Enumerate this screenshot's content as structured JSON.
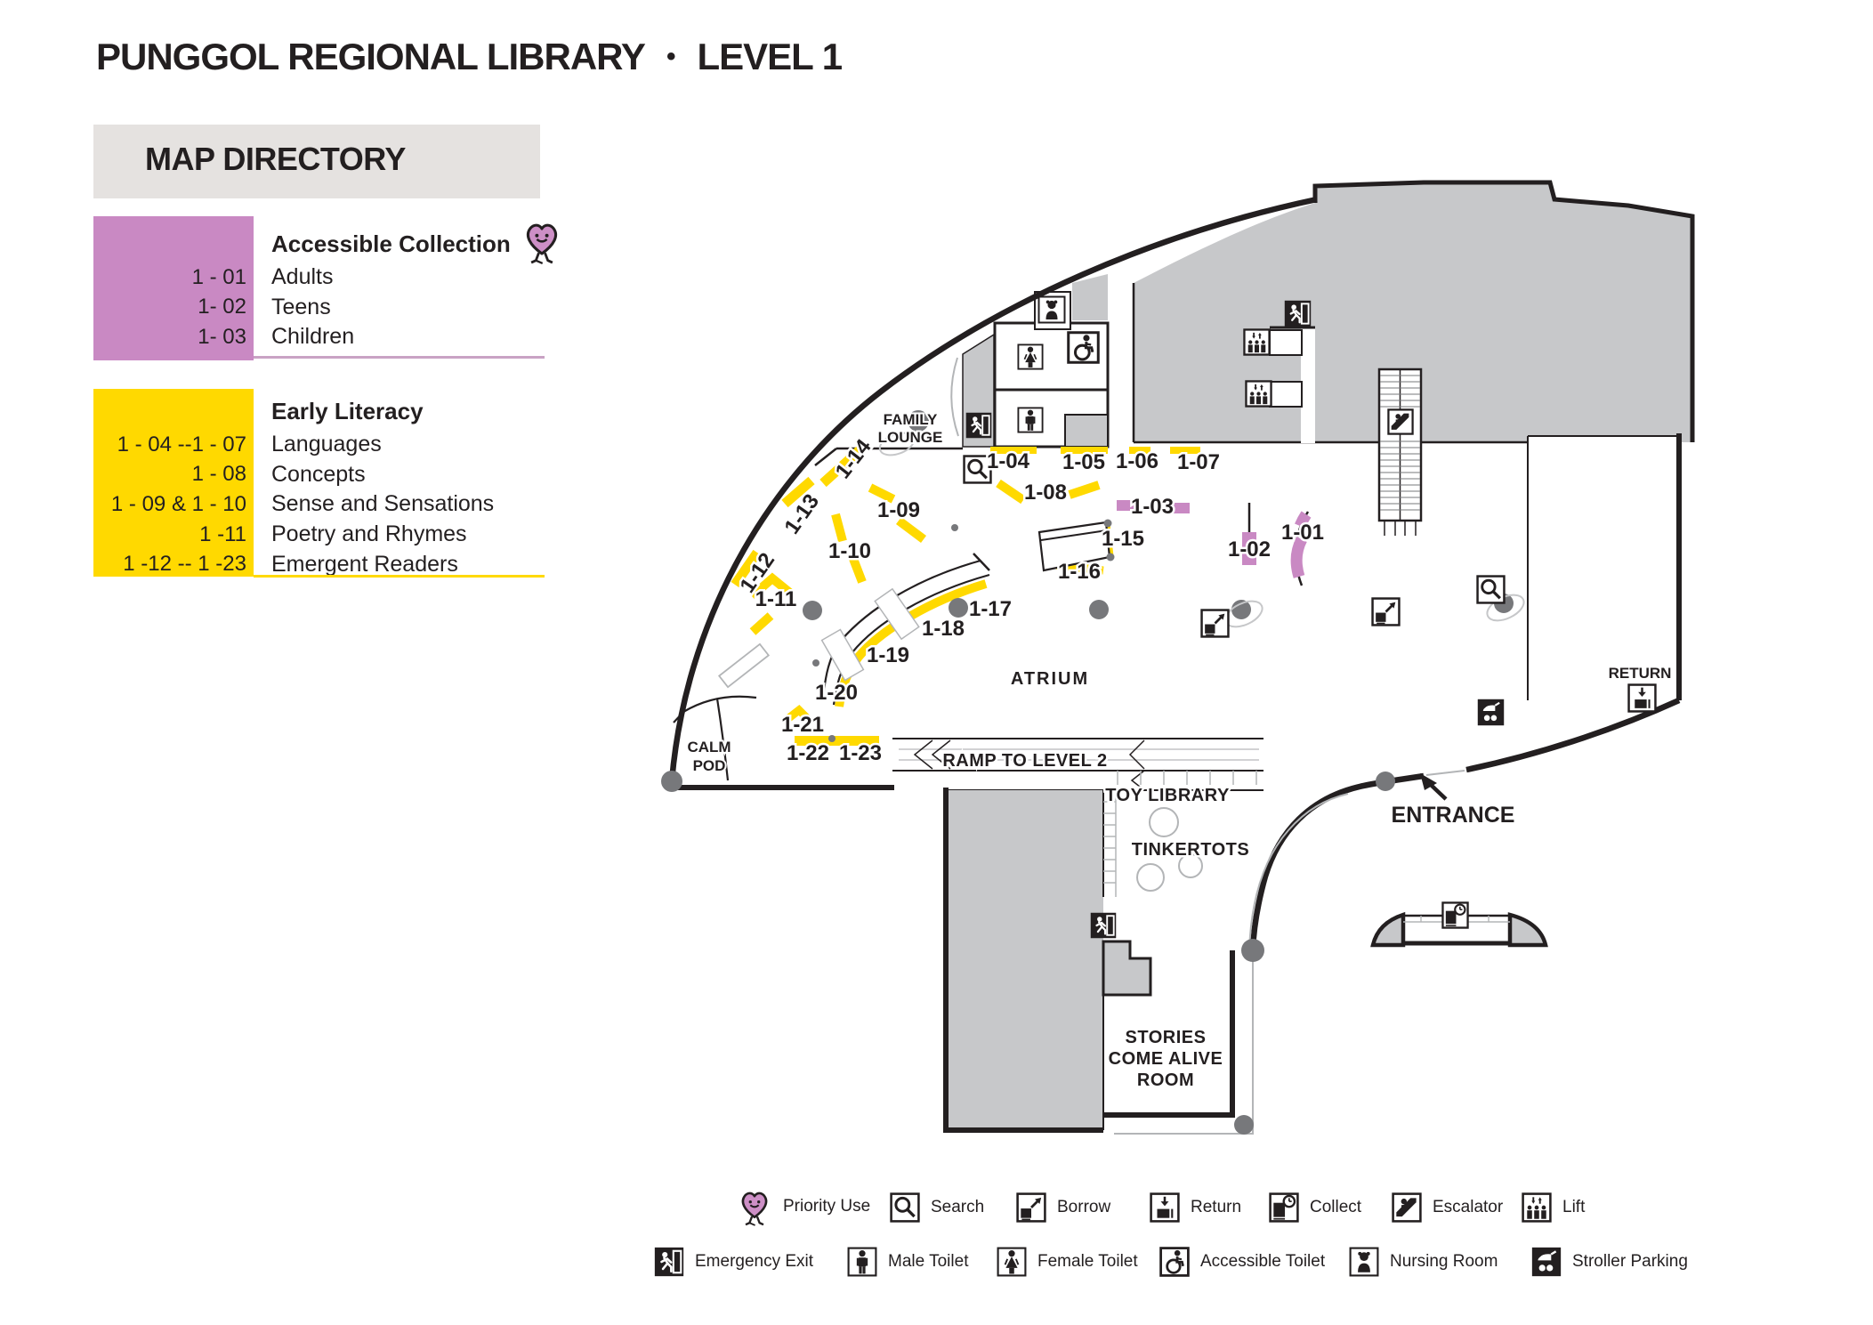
{
  "title": {
    "main": "PUNGGOL REGIONAL LIBRARY",
    "bullet": "•",
    "level": "LEVEL 1"
  },
  "directory": {
    "heading": "MAP DIRECTORY",
    "sections": [
      {
        "name": "Accessible Collection",
        "icon": "priority-use-heart-icon",
        "color": "#c989c3",
        "rows": [
          {
            "code": "1 - 01",
            "label": "Adults"
          },
          {
            "code": "1- 02",
            "label": "Teens"
          },
          {
            "code": "1- 03",
            "label": "Children"
          }
        ]
      },
      {
        "name": "Early Literacy",
        "color": "#ffd900",
        "rows": [
          {
            "code": "1 - 04 --1 - 07",
            "label": "Languages"
          },
          {
            "code": "1 - 08",
            "label": "Concepts"
          },
          {
            "code": "1 - 09 & 1 - 10",
            "label": "Sense and Sensations"
          },
          {
            "code": "1 -11",
            "label": "Poetry and Rhymes"
          },
          {
            "code": "1 -12 -- 1 -23",
            "label": "Emergent Readers"
          }
        ]
      }
    ]
  },
  "map": {
    "labels": {
      "family1": "FAMILY",
      "family2": "LOUNGE",
      "atrium": "ATRIUM",
      "calm1": "CALM",
      "calm2": "POD",
      "ramp": "RAMP TO LEVEL 2",
      "toy_library": "TOY LIBRARY",
      "tinkertots": "TINKERTOTS",
      "stories1": "STORIES",
      "stories2": "COME ALIVE",
      "stories3": "ROOM",
      "entrance": "ENTRANCE",
      "return": "RETURN"
    },
    "codes": {
      "c1_01": "1-01",
      "c1_02": "1-02",
      "c1_03": "1-03",
      "c1_04": "1-04",
      "c1_05": "1-05",
      "c1_06": "1-06",
      "c1_07": "1-07",
      "c1_08": "1-08",
      "c1_09": "1-09",
      "c1_10": "1-10",
      "c1_11": "1-11",
      "c1_12": "1-12",
      "c1_13": "1-13",
      "c1_14": "1-14",
      "c1_15": "1-15",
      "c1_16": "1-16",
      "c1_17": "1-17",
      "c1_18": "1-18",
      "c1_19": "1-19",
      "c1_20": "1-20",
      "c1_21": "1-21",
      "c1_22": "1-22",
      "c1_23": "1-23"
    }
  },
  "legend": {
    "row1": [
      {
        "icon": "priority-use-heart-icon",
        "label": "Priority Use"
      },
      {
        "icon": "search-icon",
        "label": "Search"
      },
      {
        "icon": "borrow-icon",
        "label": "Borrow"
      },
      {
        "icon": "return-icon",
        "label": "Return"
      },
      {
        "icon": "collect-icon",
        "label": "Collect"
      },
      {
        "icon": "escalator-icon",
        "label": "Escalator"
      },
      {
        "icon": "lift-icon",
        "label": "Lift"
      }
    ],
    "row2": [
      {
        "icon": "emergency-exit-icon",
        "label": "Emergency Exit"
      },
      {
        "icon": "male-toilet-icon",
        "label": "Male Toilet"
      },
      {
        "icon": "female-toilet-icon",
        "label": "Female Toilet"
      },
      {
        "icon": "accessible-toilet-icon",
        "label": "Accessible Toilet"
      },
      {
        "icon": "nursing-room-icon",
        "label": "Nursing Room"
      },
      {
        "icon": "stroller-parking-icon",
        "label": "Stroller Parking"
      }
    ]
  },
  "colors": {
    "accent_pink": "#c989c3",
    "accent_yellow": "#ffd900",
    "building_gray": "#c7c8ca",
    "band_gray": "#e5e2e0",
    "line_black": "#231f20",
    "column_dot_gray": "#77787b"
  }
}
